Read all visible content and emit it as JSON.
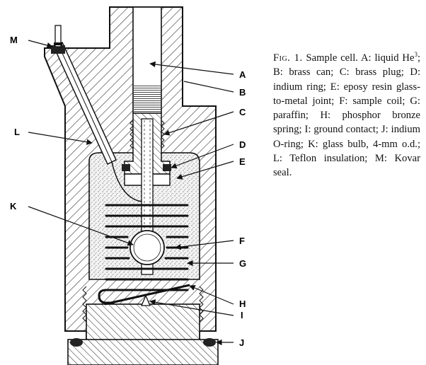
{
  "labels": {
    "A": "A",
    "B": "B",
    "C": "C",
    "D": "D",
    "E": "E",
    "F": "F",
    "G": "G",
    "H": "H",
    "I": "I",
    "J": "J",
    "K": "K",
    "L": "L",
    "M": "M"
  },
  "caption": {
    "fig": "Fig. 1.",
    "text_before_sup": "Sample cell. A: liquid He",
    "sup": "3",
    "text_after_sup": "; B: brass can; C: brass plug; D: indium ring; E: eposy resin glass-to-metal joint; F: sample coil; G: paraffin; H: phosphor bronze spring; I: ground contact; J: indium O-ring; K: glass bulb, 4-mm o.d.; L: Teflon insulation; M: Kovar seal."
  },
  "colors": {
    "ink": "#111111",
    "paper": "#ffffff",
    "paraffin": "#f4f4f4"
  }
}
